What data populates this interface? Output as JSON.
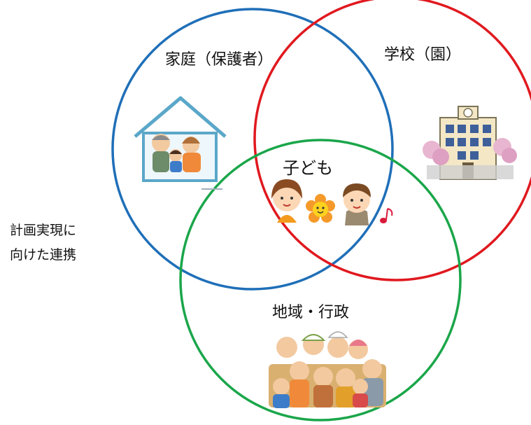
{
  "diagram": {
    "circles": [
      {
        "name": "home",
        "label": "家庭（保護者）",
        "color": "#1f6fb8"
      },
      {
        "name": "school",
        "label": "学校（園）",
        "color": "#e0191f"
      },
      {
        "name": "region",
        "label": "地域・行政",
        "color": "#1aa64a"
      }
    ],
    "center_label": "子ども",
    "side_label_line1": "計画実現に",
    "side_label_line2": "向けた連携"
  },
  "icons": [
    "house-family-icon",
    "school-building-icon",
    "children-flower-icon",
    "community-people-icon",
    "music-note-icon"
  ]
}
